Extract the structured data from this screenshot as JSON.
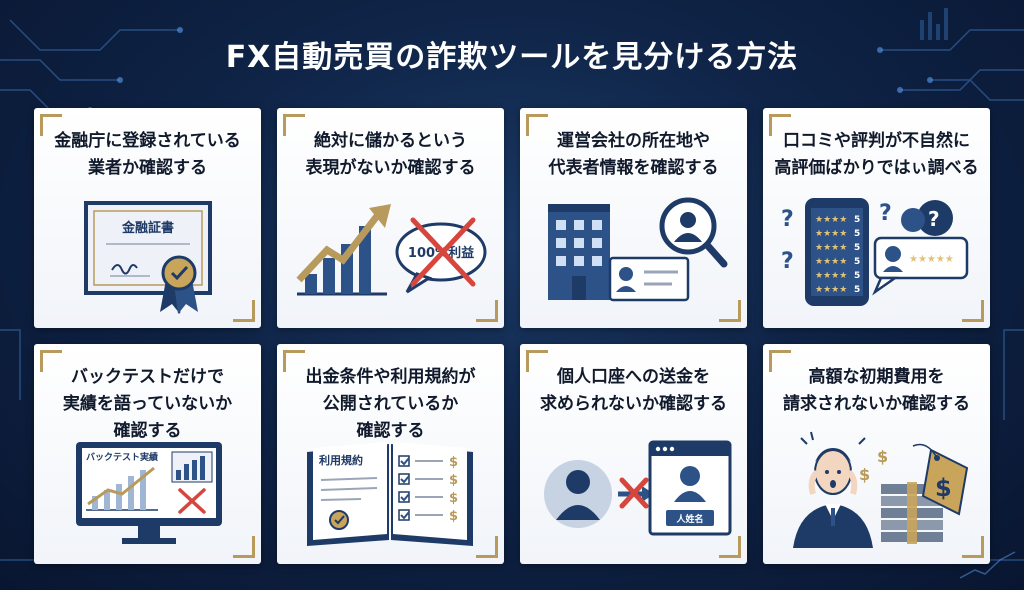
{
  "title": "FX自動売買の詐欺ツールを見分ける方法",
  "colors": {
    "background": "#0f2447",
    "card": "#ffffff",
    "navy": "#1e3a66",
    "gold": "#b89b5c",
    "red": "#d6463c"
  },
  "cards": [
    {
      "lines": [
        "金融庁に登録されている",
        "業者か確認する"
      ],
      "illustration_label": "金融証書",
      "icons": [
        "certificate-icon",
        "award-seal-icon"
      ]
    },
    {
      "lines": [
        "絶対に儲かるという",
        "表現がないか確認する"
      ],
      "illustration_label": "100%利益",
      "icons": [
        "rising-bar-chart-icon",
        "cross-icon"
      ]
    },
    {
      "lines": [
        "運営会社の所在地や",
        "代表者情報を確認する"
      ],
      "icons": [
        "office-building-icon",
        "id-card-icon",
        "magnifier-icon"
      ]
    },
    {
      "lines": [
        "口コミや評判が不自然に",
        "高評価ばかりではぃ調べる"
      ],
      "rating_value": "5",
      "icons": [
        "smartphone-reviews-icon",
        "question-mark-icon",
        "speech-bubble-icon"
      ]
    },
    {
      "lines": [
        "バックテストだけで",
        "実績を語っていないか",
        "確認する"
      ],
      "illustration_label": "バックテスト実績",
      "icons": [
        "monitor-icon",
        "line-chart-icon",
        "cross-icon"
      ]
    },
    {
      "lines": [
        "出金条件や利用規約が",
        "公開されているか",
        "確認する"
      ],
      "illustration_label": "利用規約",
      "icons": [
        "open-book-icon",
        "checklist-icon",
        "dollar-icon"
      ]
    },
    {
      "lines": [
        "個人口座への送金を",
        "求められないか確認する"
      ],
      "illustration_label": "人姓名",
      "icons": [
        "person-avatar-icon",
        "cross-icon",
        "arrow-right-icon",
        "browser-window-icon"
      ]
    },
    {
      "lines": [
        "高額な初期費用を",
        "請求されないか確認する"
      ],
      "icons": [
        "shocked-businessman-icon",
        "money-stack-icon",
        "price-tag-icon",
        "dollar-icon"
      ]
    }
  ]
}
